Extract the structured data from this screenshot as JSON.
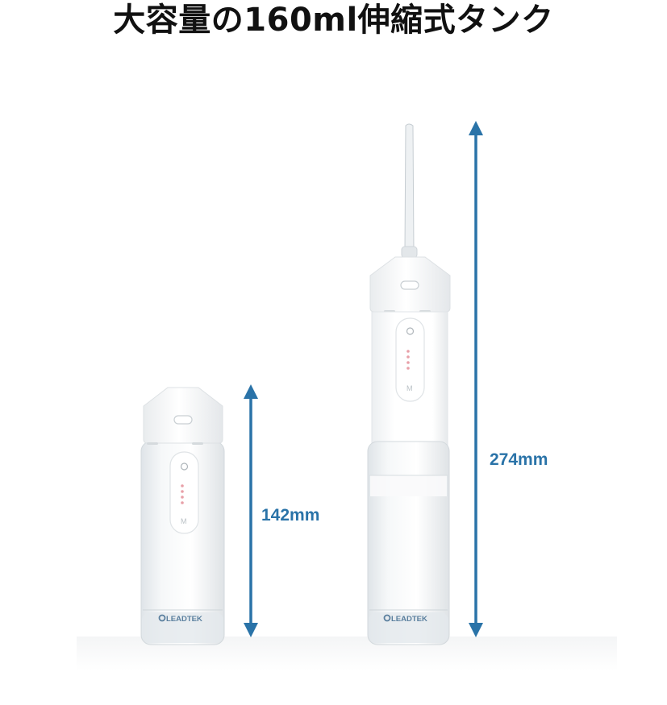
{
  "headline": "大容量の160ml伸縮式タンク",
  "dimensions": {
    "compact_height": "142mm",
    "extended_height": "274mm"
  },
  "brand": "LEADTEK",
  "device": {
    "power_icon": "power-icon",
    "mode_label": "M",
    "indicator_count": 4
  },
  "colors": {
    "accent_arrow": "#2a73a8",
    "headline_text": "#111111",
    "device_body": "#ffffff",
    "tank_glass": "#eef1f3",
    "indicator_led": "#e8a0a8"
  }
}
